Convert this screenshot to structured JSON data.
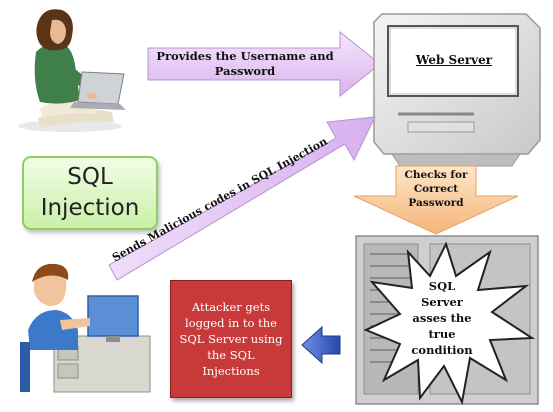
{
  "diagram": {
    "title_box": {
      "line1": "SQL",
      "line2": "Injection"
    },
    "arrow_top": {
      "line1": "Provides the Username and",
      "line2": "Password"
    },
    "web_server_label": "Web Server",
    "arrow_diagonal": "Sends Malicious codes in SQL Injection",
    "arrow_check": {
      "line1": "Checks for",
      "line2": "Correct",
      "line3": "Password"
    },
    "starburst": {
      "line1": "SQL",
      "line2": "Server",
      "line3": "asses the",
      "line4": "true",
      "line5": "condition"
    },
    "result_box": {
      "line1": "Attacker gets",
      "line2": "logged in to the",
      "line3": "SQL Server using",
      "line4": "the SQL",
      "line5": "Injections"
    }
  },
  "colors": {
    "arrow_purple": "#e6c8f5",
    "arrow_orange": "#f8c58e",
    "arrow_blue": "#3b5fc4",
    "result_red": "#c83a39",
    "title_green": "#c9f0a8"
  }
}
